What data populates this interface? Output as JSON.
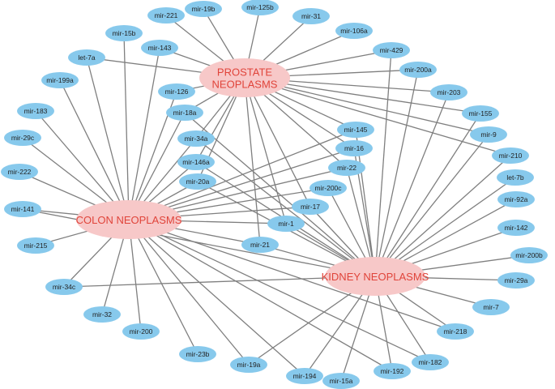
{
  "colors": {
    "background": "#ffffff",
    "edge": "#7f7f7f",
    "mirna_node": "#87c9ec",
    "mirna_text": "#222222",
    "disease_node": "#f7c8c8",
    "disease_text": "#e0443a"
  },
  "hubs": {
    "prostate": [
      "PROSTATE",
      "NEOPLASMS"
    ],
    "colon": [
      "COLON NEOPLASMS"
    ],
    "kidney": [
      "KIDNEY NEOPLASMS"
    ]
  },
  "mirnas": {
    "mir19b": "mir-19b",
    "mir125b": "mir-125b",
    "mir221": "mir-221",
    "mir31": "mir-31",
    "mir15b": "mir-15b",
    "mir106a": "mir-106a",
    "mir143": "mir-143",
    "let7a": "let-7a",
    "mir429": "mir-429",
    "mir200a": "mir-200a",
    "mir199a": "mir-199a",
    "mir126": "mir-126",
    "mir203": "mir-203",
    "mir18a": "mir-18a",
    "mir183": "mir-183",
    "mir155": "mir-155",
    "mir145": "mir-145",
    "mir29c": "mir-29c",
    "mir34a": "mir-34a",
    "mir9": "mir-9",
    "mir16": "mir-16",
    "mir210": "mir-210",
    "mir146a": "mir-146a",
    "mir222": "mir-222",
    "mir22": "mir-22",
    "let7b": "let-7b",
    "mir20a": "mir-20a",
    "mir200c": "mir-200c",
    "mir92a": "mir-92a",
    "mir141": "mir-141",
    "mir17": "mir-17",
    "mir142": "mir-142",
    "mir1": "mir-1",
    "mir215": "mir-215",
    "mir21": "mir-21",
    "mir200b": "mir-200b",
    "mir29a": "mir-29a",
    "mir34c": "mir-34c",
    "mir7": "mir-7",
    "mir32": "mir-32",
    "mir218": "mir-218",
    "mir200": "mir-200",
    "mir23b": "mir-23b",
    "mir182": "mir-182",
    "mir19a": "mir-19a",
    "mir192": "mir-192",
    "mir194": "mir-194",
    "mir15a": "mir-15a"
  },
  "edges": {
    "prostate": [
      "mir19b",
      "mir125b",
      "mir221",
      "mir31",
      "mir106a",
      "mir143",
      "let7a",
      "mir429",
      "mir200a",
      "mir126",
      "mir203",
      "mir18a",
      "mir155",
      "mir145",
      "mir34a",
      "mir9",
      "mir16",
      "mir210",
      "mir146a",
      "mir22",
      "mir20a",
      "mir17",
      "mir1",
      "mir21"
    ],
    "colon": [
      "mir15b",
      "let7a",
      "mir199a",
      "mir183",
      "mir29c",
      "mir222",
      "mir141",
      "mir215",
      "mir34c",
      "mir32",
      "mir200",
      "mir23b",
      "mir19a",
      "mir126",
      "mir18a",
      "mir34a",
      "mir146a",
      "mir20a",
      "mir143",
      "mir200c",
      "mir145",
      "mir16",
      "mir22",
      "mir17",
      "mir1",
      "mir21",
      "mir194",
      "mir192",
      "mir182",
      "mir218"
    ],
    "kidney": [
      "mir200a",
      "mir429",
      "mir203",
      "mir155",
      "mir9",
      "mir210",
      "let7b",
      "mir92a",
      "mir142",
      "mir200b",
      "mir29a",
      "mir7",
      "mir218",
      "mir182",
      "mir192",
      "mir15a",
      "mir194",
      "mir19a",
      "mir34c",
      "mir21",
      "mir1",
      "mir17",
      "mir200c",
      "mir22",
      "mir16",
      "mir145",
      "mir146a",
      "mir20a",
      "mir34a",
      "mir18a",
      "mir141"
    ]
  }
}
